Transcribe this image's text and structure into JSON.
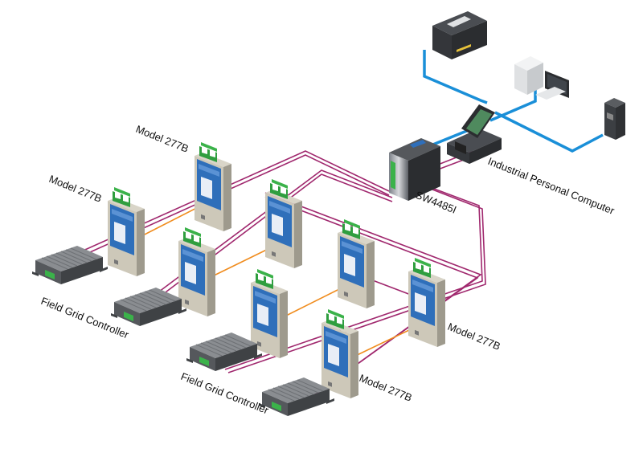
{
  "diagram": {
    "labels": {
      "model_tl": "Model 277B",
      "model_top": "Model 277B",
      "model_right": "Model 277B",
      "model_bottom": "Model 277B",
      "fgc_left": "Field Grid Controller",
      "fgc_bottom": "Field Grid Controller",
      "switch": "SW4485I",
      "ipc": "Industrial Personal Computer"
    },
    "colors": {
      "ethernet": "#1a8fd8",
      "serial_bus": "#a0286e",
      "fiber": "#f08c1e",
      "module_blue": "#2f6fba",
      "module_body": "#c9c4b4",
      "terminal_green": "#3bb24a",
      "controller_dark": "#55585c"
    },
    "devices": {
      "printer": "printer-icon",
      "desktop": "desktop-computer-icon",
      "server": "server-tower-icon",
      "ipc": "industrial-pc-icon",
      "switch": "ethernet-switch-icon",
      "module": "model-277b-module-icon",
      "controller": "field-grid-controller-icon"
    }
  }
}
